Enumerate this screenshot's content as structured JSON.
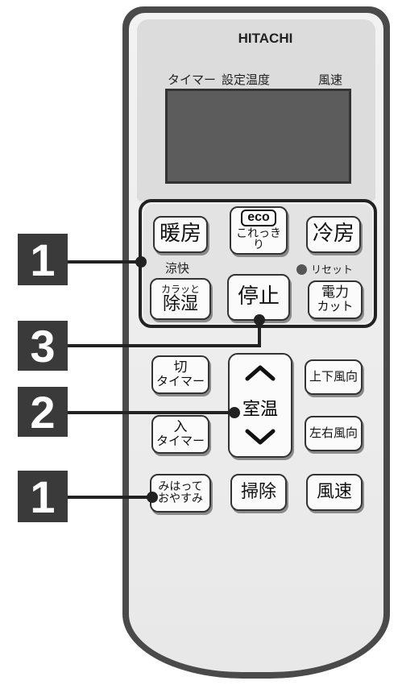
{
  "brand": "HITACHI",
  "lcd_labels": {
    "timer": "タイマー",
    "set_temp": "設定温度",
    "fan": "風速"
  },
  "buttons": {
    "heat": "暖房",
    "eco_logo": "eco",
    "eco_sub": "これっきり",
    "cool": "冷房",
    "cool_comfort_tag": "涼快",
    "reset_tag": "リセット",
    "dehumid_top": "カラッと",
    "dehumid": "除湿",
    "stop": "停止",
    "power_cut_top": "電力",
    "power_cut_bottom": "カット",
    "off_timer_top": "切",
    "off_timer_bottom": "タイマー",
    "room_temp": "室温",
    "up_down_fan": "上下風向",
    "on_timer_top": "入",
    "on_timer_bottom": "タイマー",
    "left_right_fan": "左右風向",
    "sleep_top": "みはって",
    "sleep_bottom": "おやすみ",
    "clean": "掃除",
    "fan_speed": "風速"
  },
  "callouts": [
    "1",
    "3",
    "2",
    "1"
  ]
}
